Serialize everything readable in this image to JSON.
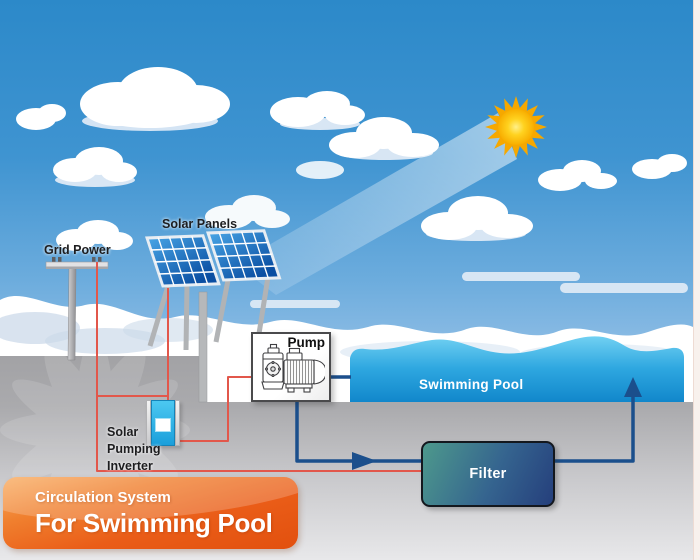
{
  "scene": {
    "labels": {
      "grid_power": "Grid Power",
      "solar_panels": "Solar Panels",
      "pump": "Pump",
      "swimming_pool": "Swimming Pool",
      "inverter": "Solar\nPumping\nInverter",
      "filter": "Filter"
    },
    "banner": {
      "line1": "Circulation System",
      "line2": "For Swimming Pool"
    },
    "colors": {
      "sky_top": "#2c89c9",
      "cloud_white": "#ffffff",
      "sun_core": "#ffd21f",
      "sun_rays": "#f6a800",
      "ground_gray": "#b5b5b8",
      "pool_top": "#6fd0f2",
      "pool_bottom": "#1288cc",
      "power_wire_red": "#e2574b",
      "water_pipe_navy": "#1b4f8c",
      "inverter_cyan": "#2cb9ea",
      "filter_teal": "#4d998c",
      "filter_blue": "#253f7c",
      "banner_orange": "#e95c1c"
    }
  }
}
